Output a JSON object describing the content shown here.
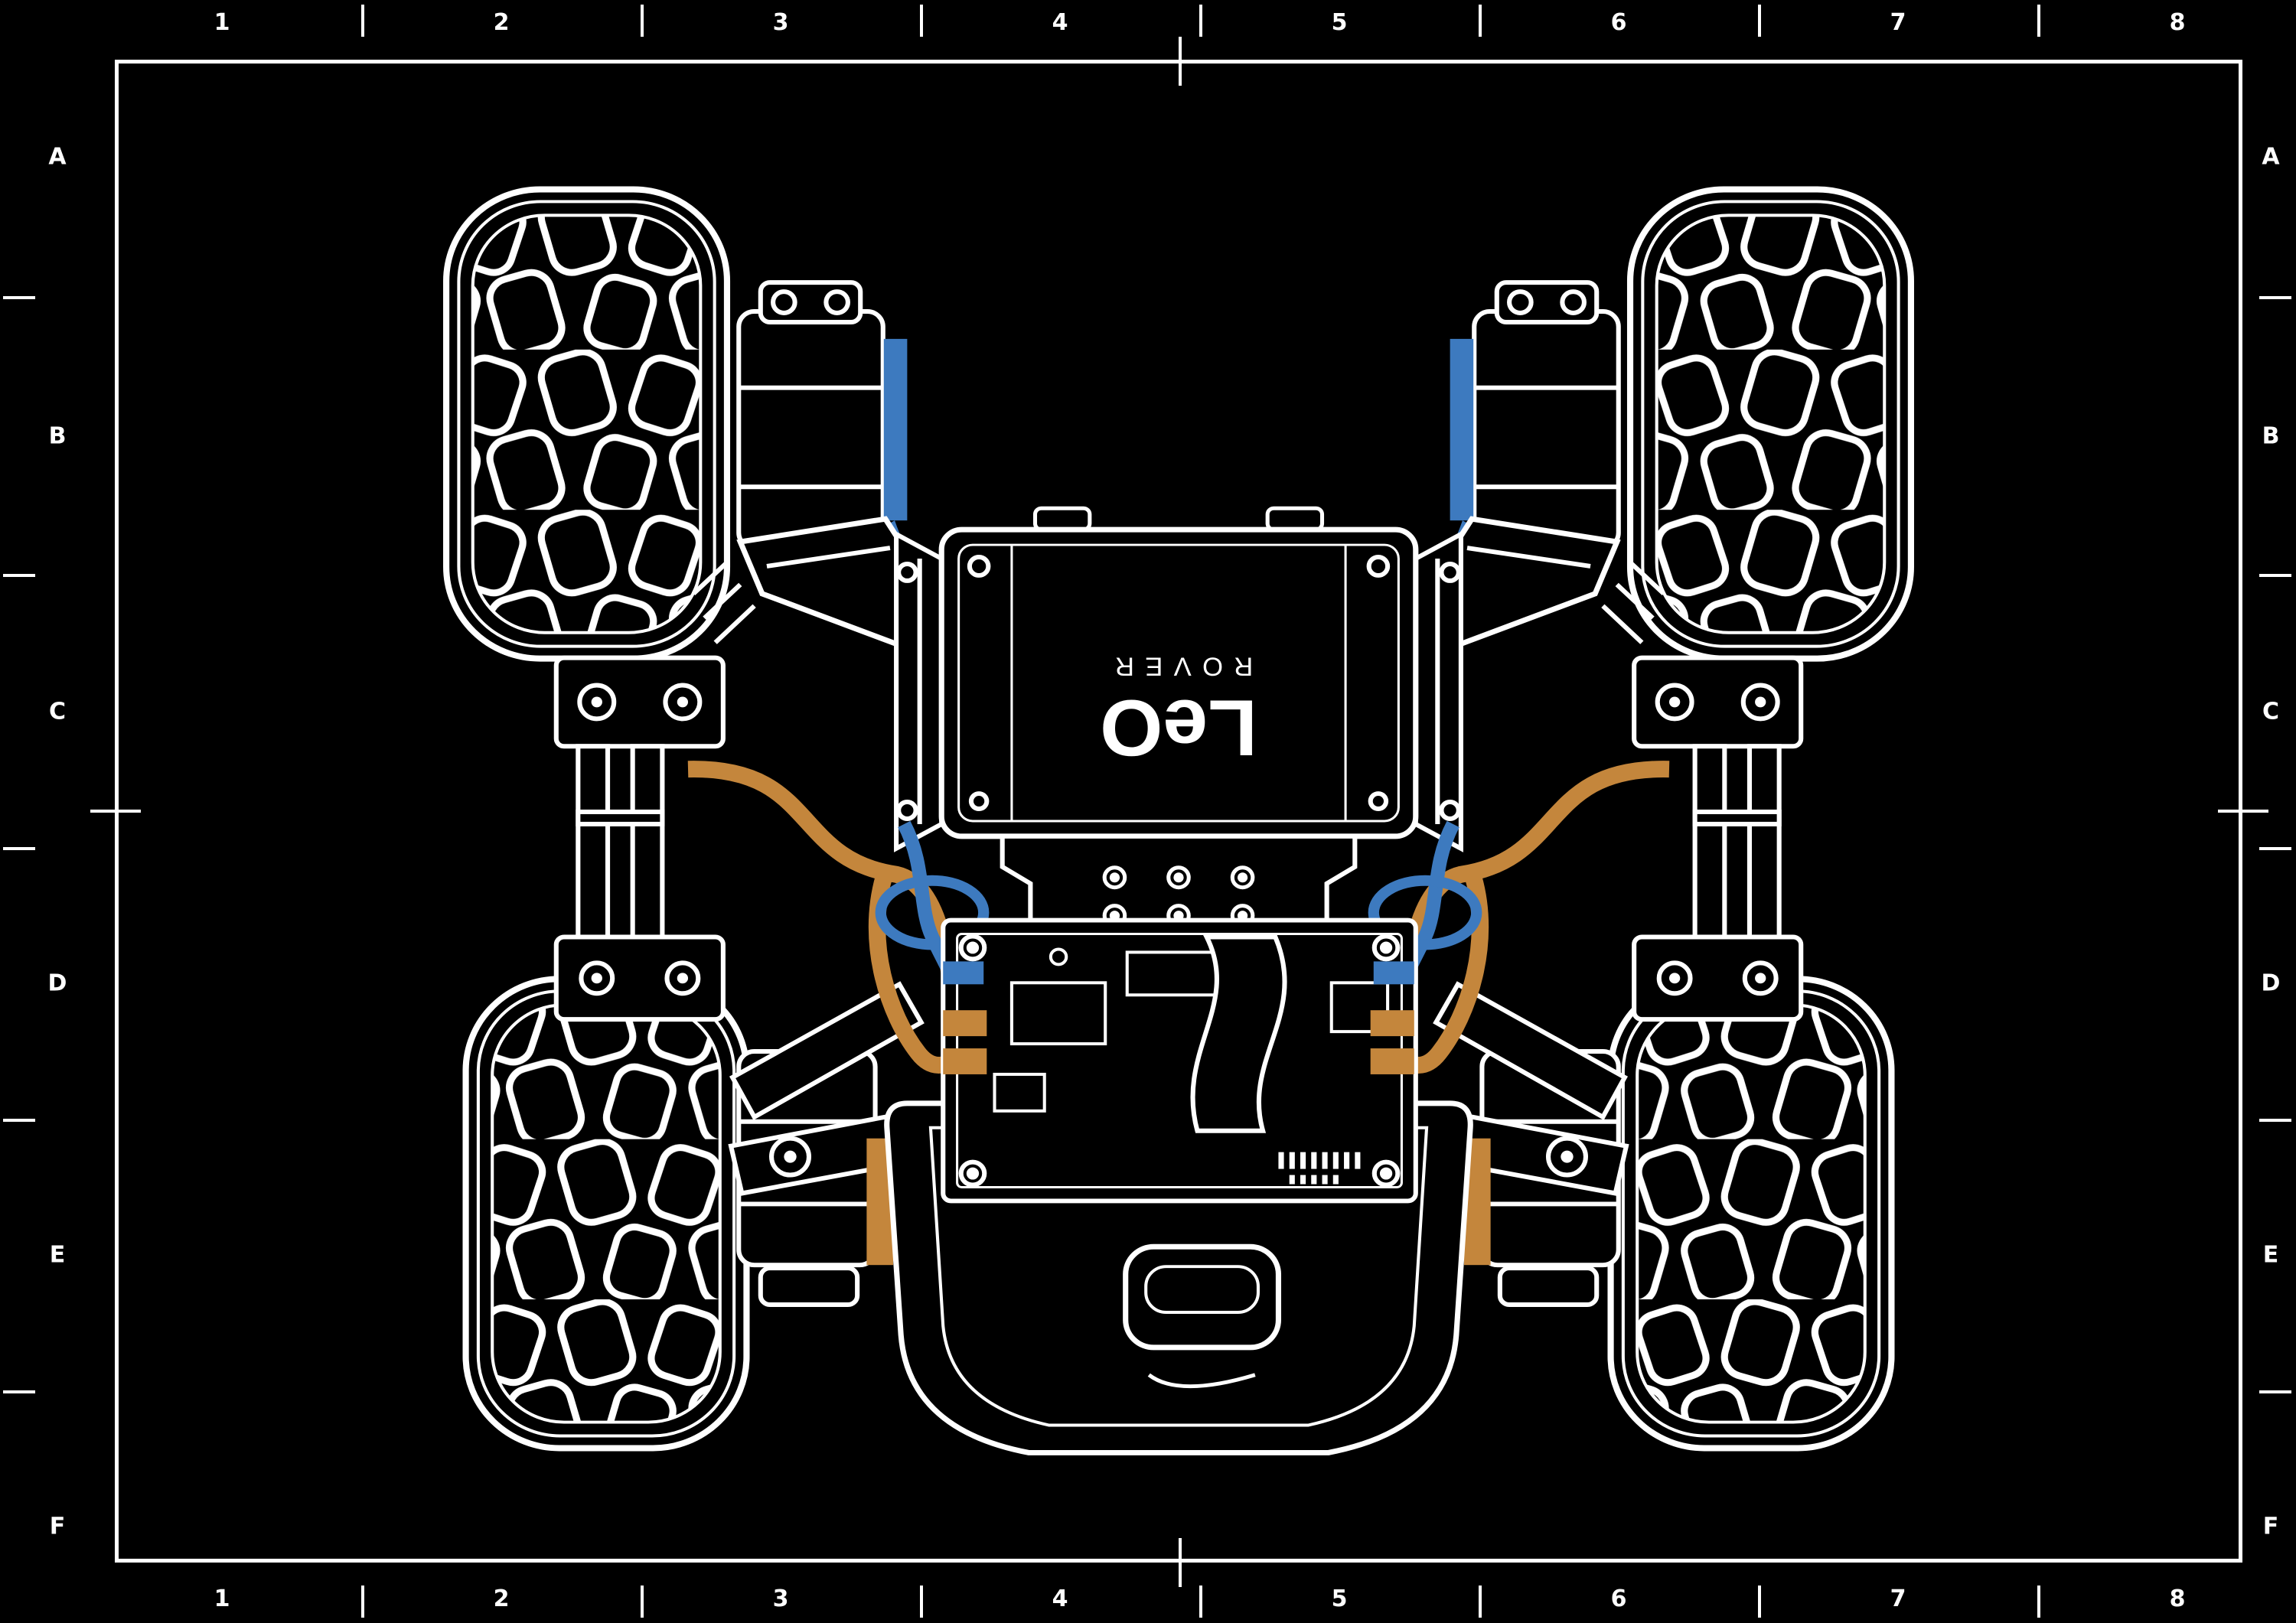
{
  "page": {
    "background": "#000000",
    "frame_color": "#ffffff",
    "description": "Technical drawing sheet, bottom view of Leo Rover"
  },
  "grid": {
    "columns": [
      "1",
      "2",
      "3",
      "4",
      "5",
      "6",
      "7",
      "8"
    ],
    "rows": [
      "A",
      "B",
      "C",
      "D",
      "E",
      "F"
    ]
  },
  "drawing": {
    "name": "leo-rover-bottom-view",
    "logo": {
      "primary": "LeO",
      "secondary": "ROVER"
    },
    "colors": {
      "line": "#ffffff",
      "cable_blue": "#3D7ABF",
      "cable_orange": "#C4863C"
    }
  }
}
